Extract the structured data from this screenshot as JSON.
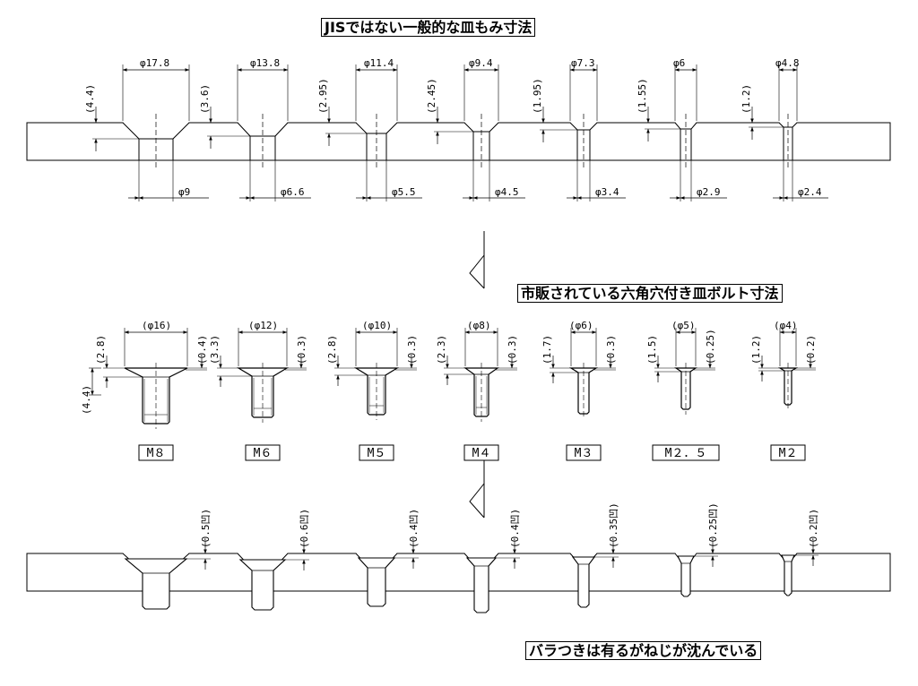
{
  "titles": {
    "top": "JISではない一般的な皿もみ寸法",
    "middle": "市販されている六角穴付き皿ボルト寸法",
    "bottom": "バラつきは有るがねじが沈んでいる"
  },
  "countersinks": [
    {
      "top_dia": "φ17.8",
      "hole_dia": "φ9",
      "depth": "(4.4)"
    },
    {
      "top_dia": "φ13.8",
      "hole_dia": "φ6.6",
      "depth": "(3.6)"
    },
    {
      "top_dia": "φ11.4",
      "hole_dia": "φ5.5",
      "depth": "(2.95)"
    },
    {
      "top_dia": "φ9.4",
      "hole_dia": "φ4.5",
      "depth": "(2.45)"
    },
    {
      "top_dia": "φ7.3",
      "hole_dia": "φ3.4",
      "depth": "(1.95)"
    },
    {
      "top_dia": "φ6",
      "hole_dia": "φ2.9",
      "depth": "(1.55)"
    },
    {
      "top_dia": "φ4.8",
      "hole_dia": "φ2.4",
      "depth": "(1.2)"
    }
  ],
  "bolts": [
    {
      "size": "M８",
      "head_dia": "(φ16)",
      "head_height": "(2.8)",
      "edge": "(0.4)",
      "total": "(4.4)"
    },
    {
      "size": "M６",
      "head_dia": "(φ12)",
      "head_height": "(3.3)",
      "edge": "(0.3)",
      "total": ""
    },
    {
      "size": "M５",
      "head_dia": "(φ10)",
      "head_height": "(2.8)",
      "edge": "(0.3)",
      "total": ""
    },
    {
      "size": "M４",
      "head_dia": "(φ8)",
      "head_height": "(2.3)",
      "edge": "(0.3)",
      "total": ""
    },
    {
      "size": "M３",
      "head_dia": "(φ6)",
      "head_height": "(1.7)",
      "edge": "(0.3)",
      "total": ""
    },
    {
      "size": "M２．５",
      "head_dia": "(φ5)",
      "head_height": "(1.5)",
      "edge": "(0.25)",
      "total": ""
    },
    {
      "size": "M２",
      "head_dia": "(φ4)",
      "head_height": "(1.2)",
      "edge": "(0.2)",
      "total": ""
    }
  ],
  "sink_depths": [
    "(0.5凹)",
    "(0.6凹)",
    "(0.4凹)",
    "(0.4凹)",
    "(0.35凹)",
    "(0.25凹)",
    "(0.2凹)"
  ]
}
